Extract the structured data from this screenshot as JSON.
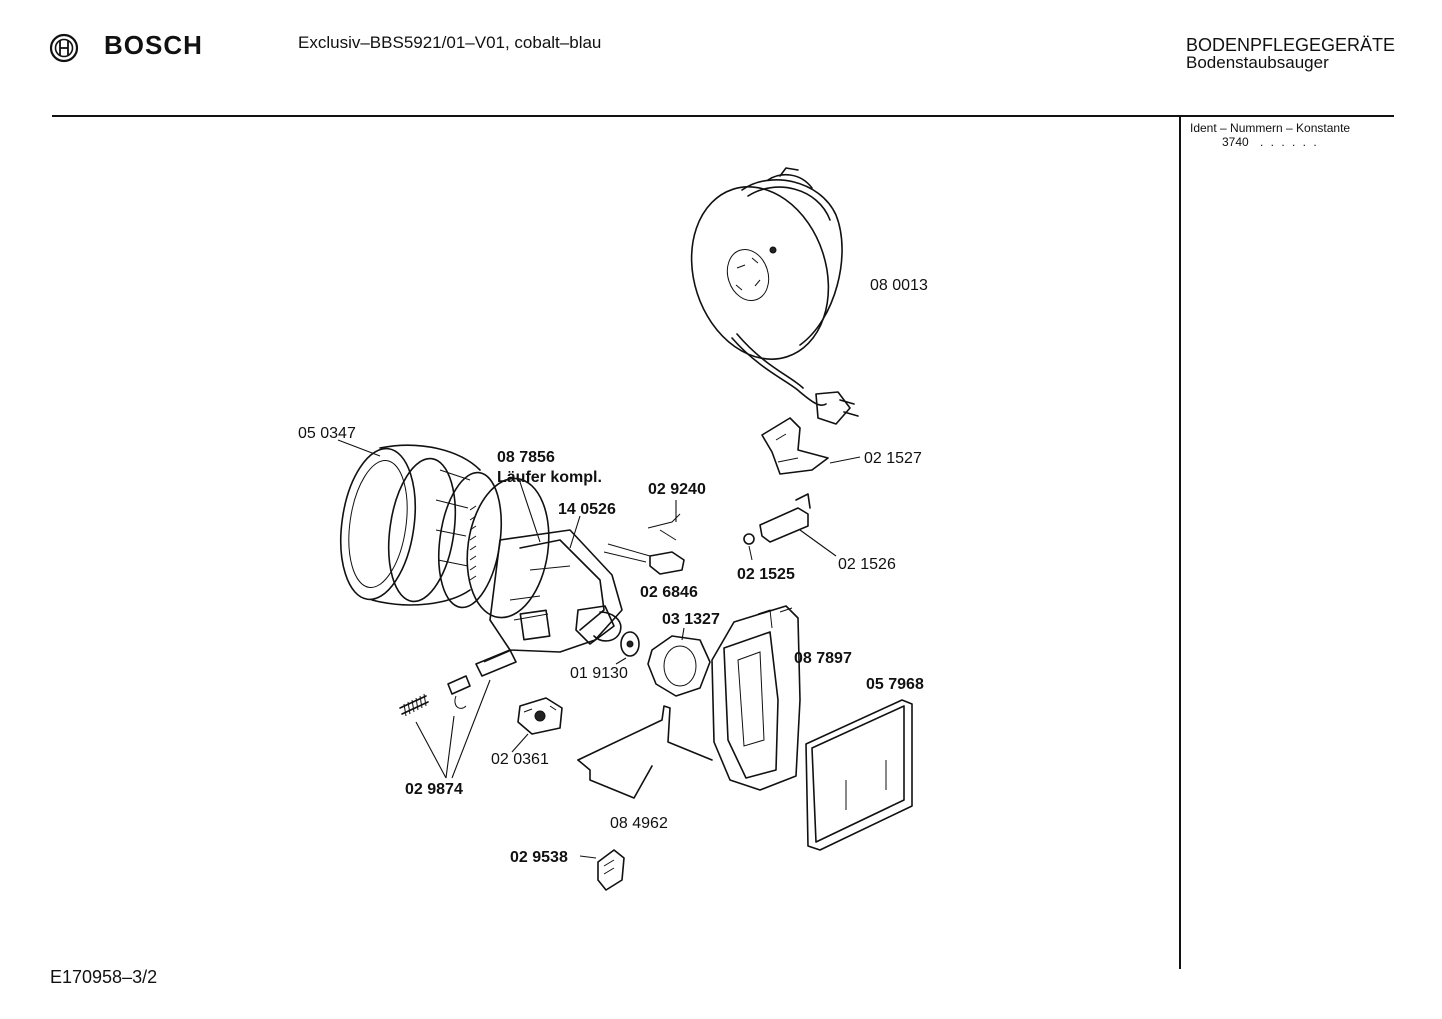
{
  "header": {
    "brand": "BOSCH",
    "model": "Exclusiv–BBS5921/01–V01, cobalt–blau",
    "category": "BODENPFLEGEGERÄTE",
    "subcategory": "Bodenstaubsauger"
  },
  "ident_panel": {
    "title": "Ident – Nummern – Konstante",
    "number": "3740",
    "dots": ". .   . . . ."
  },
  "parts": {
    "p080013": "08 0013",
    "p050347": "05 0347",
    "p087856": "08 7856",
    "p087856_desc": "Läufer kompl.",
    "p140526": "14 0526",
    "p029240": "02 9240",
    "p021527": "02 1527",
    "p021526": "02 1526",
    "p021525": "02 1525",
    "p026846": "02 6846",
    "p031327": "03 1327",
    "p019130": "01 9130",
    "p087897": "08 7897",
    "p057968": "05 7968",
    "p020361": "02 0361",
    "p029874": "02 9874",
    "p084962": "08 4962",
    "p029538": "02 9538"
  },
  "footer": {
    "drawing_id": "E170958–3/2"
  },
  "colors": {
    "ink": "#111111",
    "paper": "#ffffff"
  }
}
